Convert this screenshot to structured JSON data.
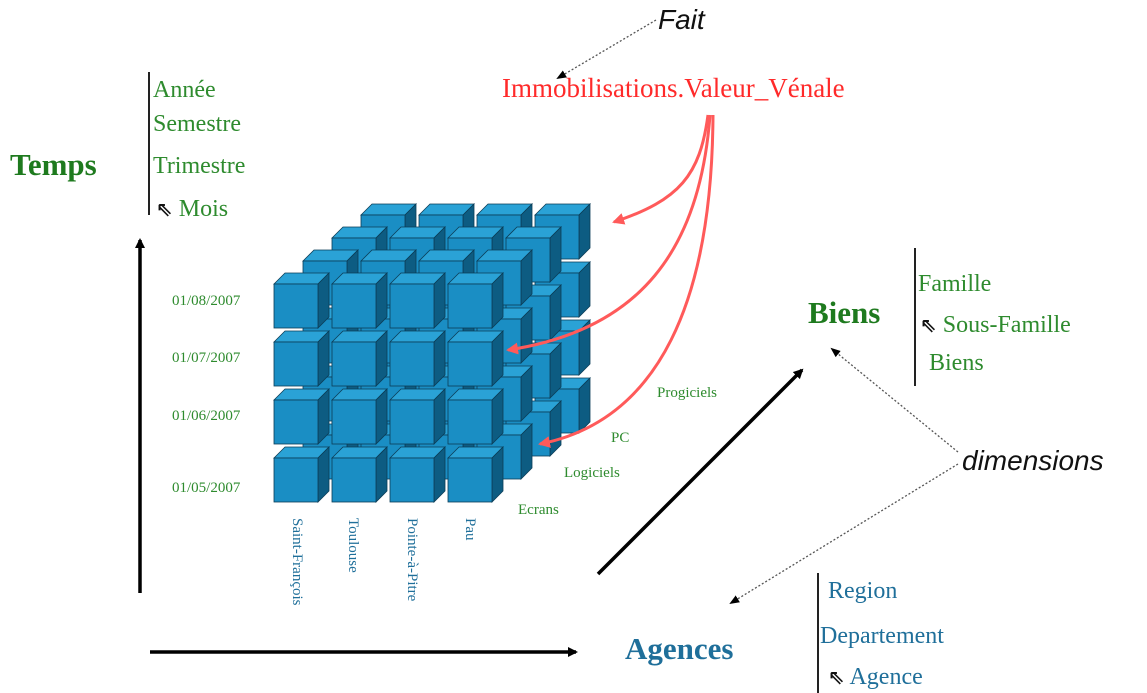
{
  "fact": {
    "label": "Fait",
    "measure": "Immobilisations.Valeur_Vénale"
  },
  "dimensions_label": "dimensions",
  "temps": {
    "title": "Temps",
    "levels": [
      "Année",
      "Semestre",
      "Trimestre",
      "Mois"
    ],
    "dates": [
      "01/08/2007",
      "01/07/2007",
      "01/06/2007",
      "01/05/2007"
    ]
  },
  "biens": {
    "title": "Biens",
    "levels": [
      "Famille",
      "Sous-Famille",
      "Biens"
    ],
    "products": [
      "Progiciels",
      "PC",
      "Logiciels",
      "Ecrans"
    ]
  },
  "agences": {
    "title": "Agences",
    "levels": [
      "Region",
      "Departement",
      "Agence"
    ],
    "cities": [
      "Saint-François",
      "Toulouse",
      "Pointe-à-Pitre",
      "Pau"
    ]
  },
  "cube": {
    "size": 4,
    "face_color": "#1a8ec4",
    "dark_color": "#0d5c82"
  },
  "colors": {
    "green": "#2e8b2e",
    "blue": "#1f6f9a",
    "red": "#ff2a2a",
    "pointer": "#ff5a5a"
  }
}
